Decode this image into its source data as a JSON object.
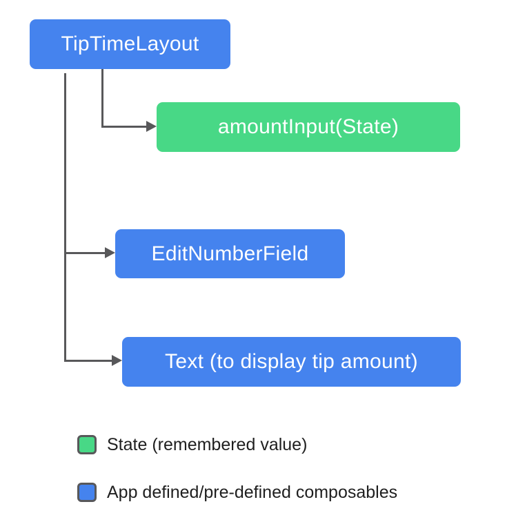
{
  "colors": {
    "composable_blue": "#4583ee",
    "state_green": "#48d886",
    "connector_gray": "#58585a",
    "legend_text": "#1f1f1f",
    "node_text": "#ffffff",
    "background": "#ffffff"
  },
  "diagram": {
    "root": {
      "label": "TipTimeLayout",
      "type": "composable"
    },
    "children": [
      {
        "label": "amountInput(State)",
        "type": "state"
      },
      {
        "label": "EditNumberField",
        "type": "composable"
      },
      {
        "label": "Text (to display tip amount)",
        "type": "composable"
      }
    ]
  },
  "legend": {
    "items": [
      {
        "swatch": "state_green",
        "label": "State (remembered value)"
      },
      {
        "swatch": "composable_blue",
        "label": "App defined/pre-defined composables"
      }
    ]
  }
}
